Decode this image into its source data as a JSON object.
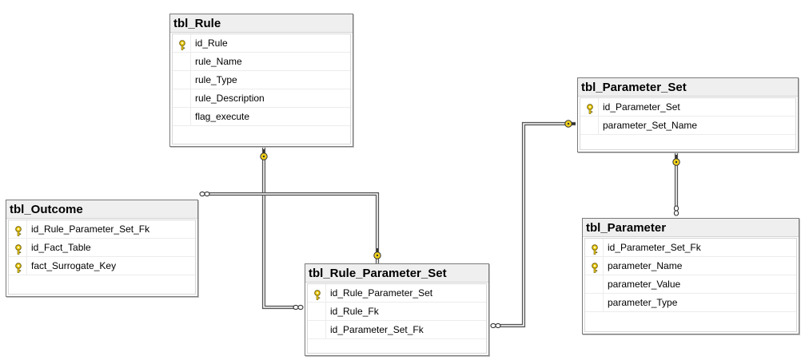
{
  "tables": [
    {
      "id": "tbl_rule",
      "name": "tbl_Rule",
      "columns": [
        {
          "name": "id_Rule",
          "key": true
        },
        {
          "name": "rule_Name",
          "key": false
        },
        {
          "name": "rule_Type",
          "key": false
        },
        {
          "name": "rule_Description",
          "key": false
        },
        {
          "name": "flag_execute",
          "key": false
        }
      ]
    },
    {
      "id": "tbl_outcome",
      "name": "tbl_Outcome",
      "columns": [
        {
          "name": "id_Rule_Parameter_Set_Fk",
          "key": true
        },
        {
          "name": "id_Fact_Table",
          "key": true
        },
        {
          "name": "fact_Surrogate_Key",
          "key": true
        }
      ]
    },
    {
      "id": "tbl_rule_parameter_set",
      "name": "tbl_Rule_Parameter_Set",
      "columns": [
        {
          "name": "id_Rule_Parameter_Set",
          "key": true
        },
        {
          "name": "id_Rule_Fk",
          "key": false
        },
        {
          "name": "id_Parameter_Set_Fk",
          "key": false
        }
      ]
    },
    {
      "id": "tbl_parameter_set",
      "name": "tbl_Parameter_Set",
      "columns": [
        {
          "name": "id_Parameter_Set",
          "key": true
        },
        {
          "name": "parameter_Set_Name",
          "key": false
        }
      ]
    },
    {
      "id": "tbl_parameter",
      "name": "tbl_Parameter",
      "columns": [
        {
          "name": "id_Parameter_Set_Fk",
          "key": true
        },
        {
          "name": "parameter_Name",
          "key": true
        },
        {
          "name": "parameter_Value",
          "key": false
        },
        {
          "name": "parameter_Type",
          "key": false
        }
      ]
    }
  ],
  "relationships": [
    {
      "id": "rule-to-ruleparamset",
      "from": "tbl_Rule",
      "to": "tbl_Rule_Parameter_Set"
    },
    {
      "id": "ruleparamset-to-outcome",
      "from": "tbl_Rule_Parameter_Set",
      "to": "tbl_Outcome"
    },
    {
      "id": "paramset-to-ruleparamset",
      "from": "tbl_Parameter_Set",
      "to": "tbl_Rule_Parameter_Set"
    },
    {
      "id": "paramset-to-parameter",
      "from": "tbl_Parameter_Set",
      "to": "tbl_Parameter"
    }
  ],
  "colors": {
    "key_fill": "#f2d21a",
    "key_stroke": "#6b5a00",
    "line": "#555555"
  }
}
